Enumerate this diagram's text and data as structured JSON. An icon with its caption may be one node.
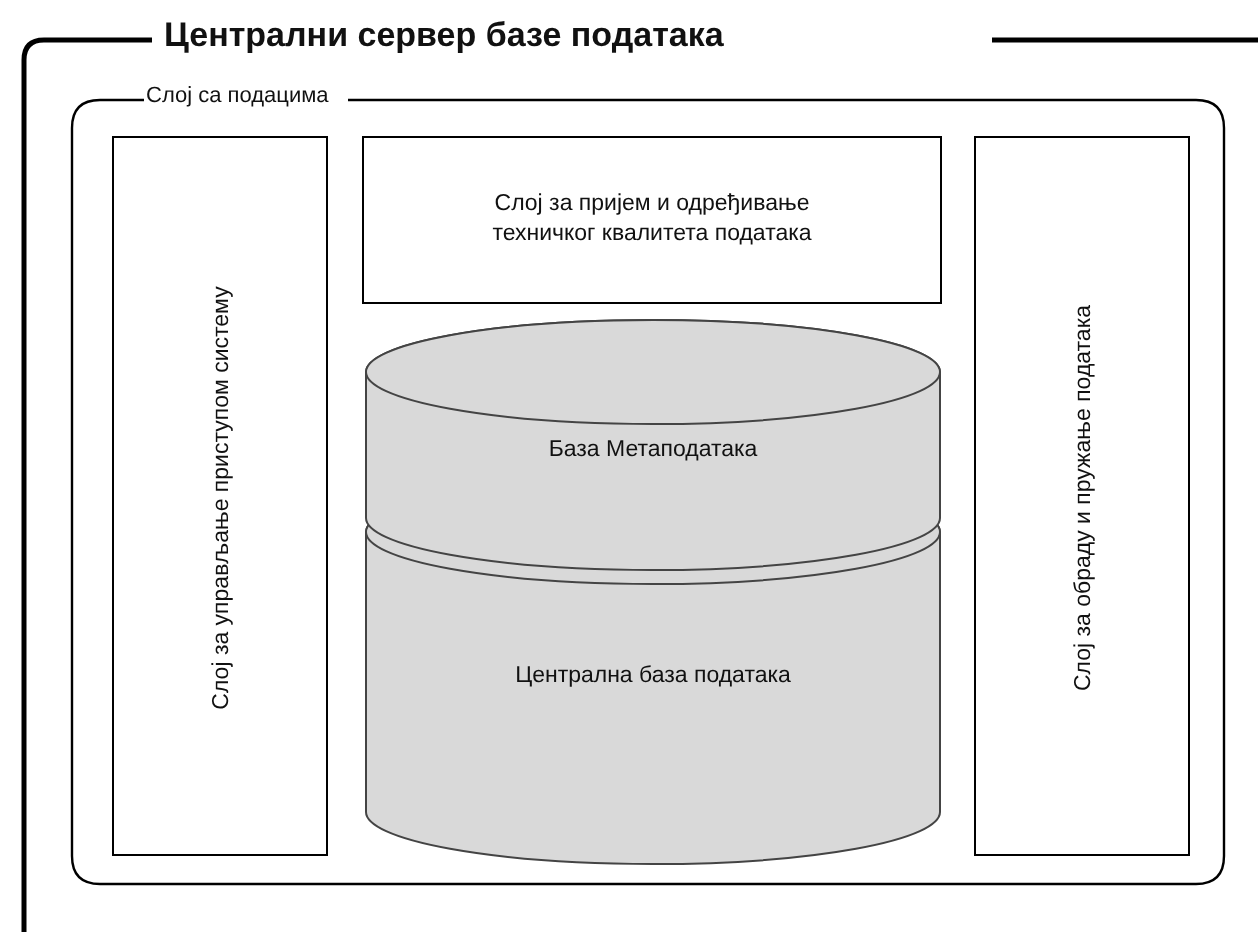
{
  "diagram": {
    "nodes": [
      {
        "text": [
          "Централни сервер базе података"
        ]
      },
      {
        "text": [
          "Слој са подацима"
        ],
        "in": 0
      },
      {
        "text": [
          "Слој за управљање приступом систему"
        ],
        "in": 1
      },
      {
        "text": [
          "Слој за пријем и одређивање техничког квалитета података"
        ],
        "in": 1
      },
      {
        "text": [
          "Слој за обраду и пружање података"
        ],
        "in": 1
      },
      {
        "text": [
          "Централна база података"
        ],
        "in": 1
      },
      {
        "text": [
          "База Метаподатака"
        ],
        "in": 1
      }
    ]
  }
}
